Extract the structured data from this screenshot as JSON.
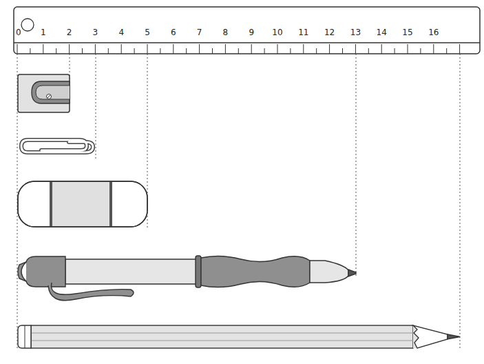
{
  "diagram": {
    "labels": [
      "0",
      "1",
      "2",
      "3",
      "4",
      "5",
      "6",
      "7",
      "8",
      "9",
      "10",
      "11",
      "12",
      "13",
      "14",
      "15",
      "16"
    ]
  }
}
